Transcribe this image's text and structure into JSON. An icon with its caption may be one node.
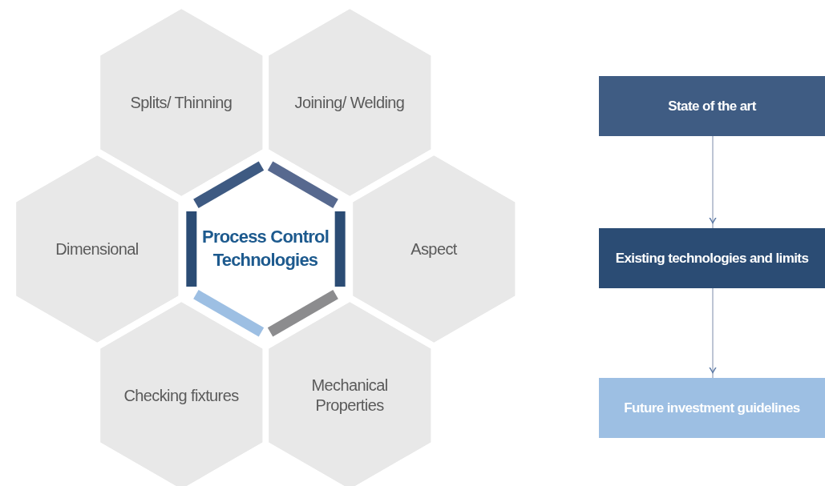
{
  "diagram": {
    "nodes": [
      {
        "text": [
          "Splits/ Thinning"
        ]
      },
      {
        "text": [
          "Joining/ Welding"
        ]
      },
      {
        "text": [
          "Dimensional"
        ]
      },
      {
        "text": [
          "Process Control Technologies"
        ]
      },
      {
        "text": [
          "Aspect"
        ]
      },
      {
        "text": [
          "Checking fixtures"
        ]
      },
      {
        "text": [
          "Mechanical Properties"
        ]
      },
      {
        "text": [
          "State of the art"
        ]
      },
      {
        "text": [
          "Existing technologies and limits"
        ]
      },
      {
        "text": [
          "Future investment guidelines"
        ]
      }
    ],
    "edges": [
      {
        "from": 7,
        "to": 8,
        "arrow": "to"
      },
      {
        "from": 8,
        "to": 9,
        "arrow": "to"
      }
    ]
  }
}
